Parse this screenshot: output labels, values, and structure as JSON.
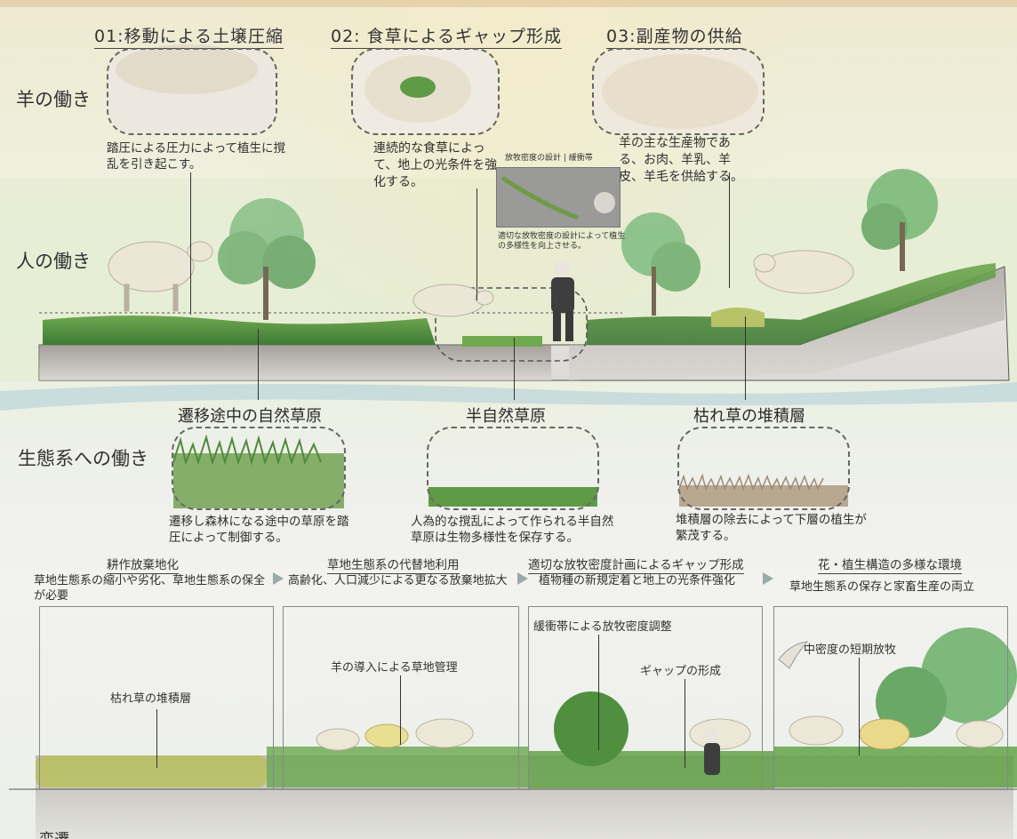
{
  "functions": [
    {
      "title": "01:移動による土壌圧縮",
      "caption": "踏圧による圧力によって植生に撹乱を引き起こす。"
    },
    {
      "title": "02: 食草によるギャップ形成",
      "caption": "連続的な食草によって、地上の光条件を強化する。"
    },
    {
      "title": "03:副産物の供給",
      "caption": "羊の主な生産物である、お肉、羊乳、羊皮、羊毛を供給する。"
    }
  ],
  "row_labels": {
    "sheep": "羊の働き",
    "human": "人の働き",
    "ecosystem": "生態系への働き",
    "transition": "変遷"
  },
  "inset": {
    "title": "放牧密度の設計 | 緩衝帯",
    "caption": "適切な放牧密度の設計によって植生の多様性を向上させる。"
  },
  "ecosystem": [
    {
      "title": "遷移途中の自然草原",
      "caption": "遷移し森林になる途中の草原を踏圧によって制御する。"
    },
    {
      "title": "半自然草原",
      "caption": "人為的な撹乱によって作られる半自然草原は生物多様性を保存する。"
    },
    {
      "title": "枯れ草の堆積層",
      "caption": "堆積層の除去によって下層の植生が繁茂する。"
    }
  ],
  "timeline": [
    {
      "title": "耕作放棄地化",
      "desc": "草地生態系の縮小や劣化、草地生態系の保全が必要"
    },
    {
      "title": "草地生態系の代替地利用",
      "desc": "高齢化、人口減少による更なる放棄地拡大"
    },
    {
      "title": "適切な放牧密度計画によるギャップ形成",
      "desc": "植物種の新規定着と地上の光条件強化"
    },
    {
      "title": "花・植生構造の多様な環境",
      "desc": "草地生態系の保存と家畜生産の両立"
    }
  ],
  "panel_annotations": [
    "枯れ草の堆積層",
    "羊の導入による草地管理",
    "緩衝帯による放牧密度調整",
    "ギャップの形成",
    "中密度の短期放牧"
  ]
}
